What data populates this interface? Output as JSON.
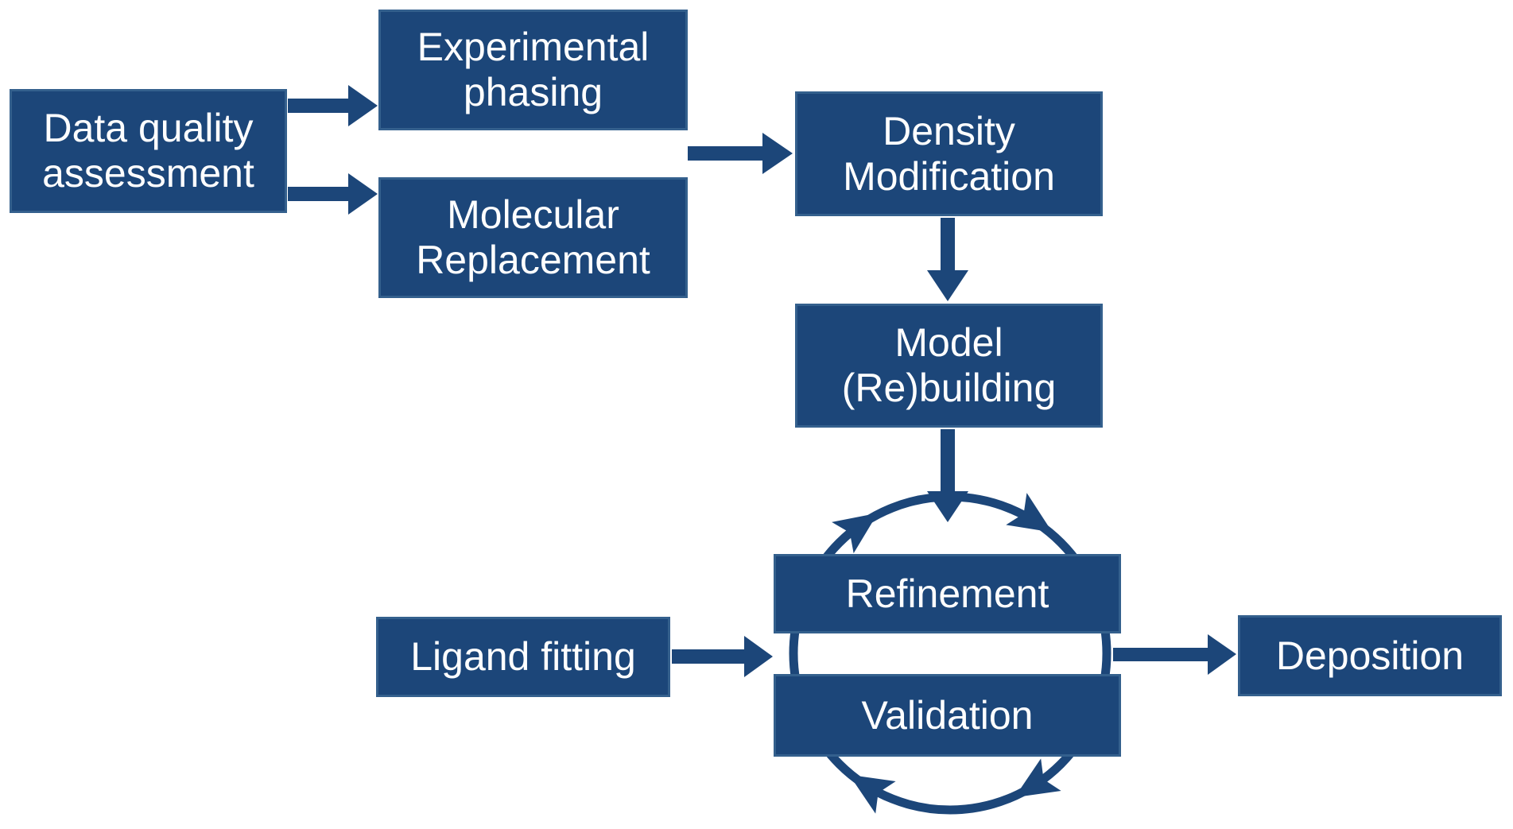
{
  "diagram": {
    "type": "flowchart",
    "topic": "macromolecular structure solution workflow",
    "colors": {
      "background": "#FFFFFF",
      "box_fill": "#1C4679",
      "box_border": "#34608D",
      "arrow": "#1C4679",
      "text": "#FFFFFF"
    },
    "nodes": [
      {
        "id": "data-quality-assessment",
        "label": "Data quality\nassessment"
      },
      {
        "id": "experimental-phasing",
        "label": "Experimental\nphasing"
      },
      {
        "id": "molecular-replacement",
        "label": "Molecular\nReplacement"
      },
      {
        "id": "density-modification",
        "label": "Density\nModification"
      },
      {
        "id": "model-rebuilding",
        "label": "Model\n(Re)building"
      },
      {
        "id": "refinement",
        "label": "Refinement"
      },
      {
        "id": "validation",
        "label": "Validation"
      },
      {
        "id": "ligand-fitting",
        "label": "Ligand fitting"
      },
      {
        "id": "deposition",
        "label": "Deposition"
      }
    ],
    "edges": [
      {
        "from": "data-quality-assessment",
        "to": "experimental-phasing"
      },
      {
        "from": "data-quality-assessment",
        "to": "molecular-replacement"
      },
      {
        "from": "experimental-phasing + molecular-replacement",
        "to": "density-modification"
      },
      {
        "from": "density-modification",
        "to": "model-rebuilding"
      },
      {
        "from": "model-rebuilding",
        "to": "refinement-validation-cycle"
      },
      {
        "from": "ligand-fitting",
        "to": "refinement-validation-cycle"
      },
      {
        "from": "refinement-validation-cycle",
        "to": "deposition"
      }
    ],
    "cycle": {
      "nodes": [
        "refinement",
        "validation"
      ],
      "direction": "clockwise",
      "arrowhead_count": 4
    }
  }
}
